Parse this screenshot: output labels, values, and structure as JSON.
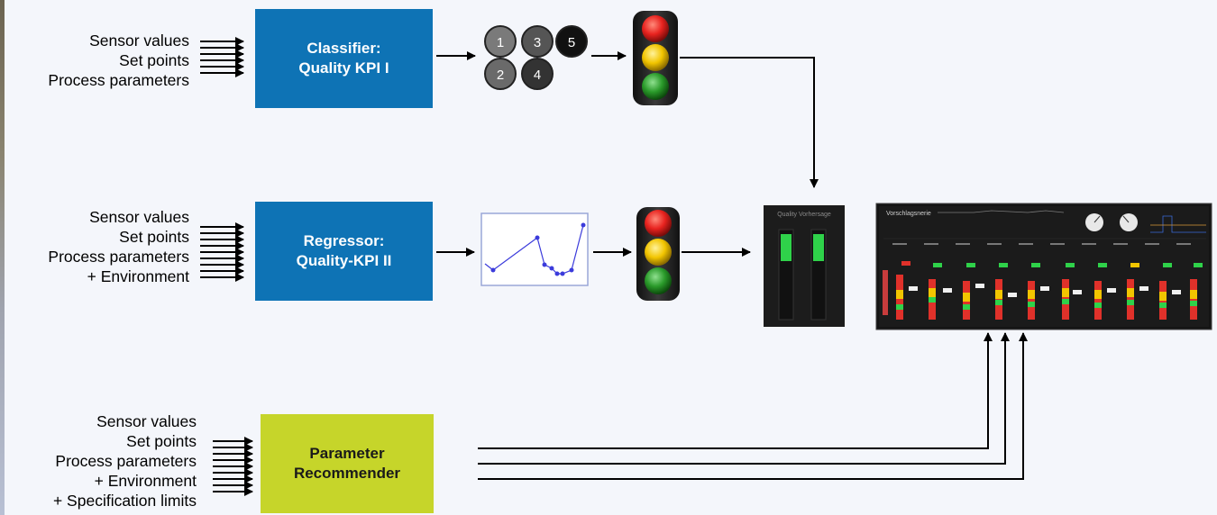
{
  "rows": [
    {
      "inputs": [
        "Sensor values",
        "Set points",
        "Process parameters"
      ],
      "model_line1": "Classifier:",
      "model_line2": "Quality KPI I",
      "classes": [
        "1",
        "2",
        "3",
        "4",
        "5"
      ]
    },
    {
      "inputs": [
        "Sensor values",
        "Set points",
        "Process parameters",
        "+ Environment"
      ],
      "model_line1": "Regressor:",
      "model_line2": "Quality-KPI II"
    },
    {
      "inputs": [
        "Sensor values",
        "Set points",
        "Process parameters",
        "+ Environment",
        "+ Specification limits"
      ],
      "model_line1": "Parameter",
      "model_line2": "Recommender"
    }
  ],
  "colors": {
    "model_blue": "#0e73b5",
    "recommender_green": "#c6d52a",
    "light_red": "#e8231f",
    "light_yellow": "#f2c500",
    "light_green": "#2a9a2a",
    "regression_line": "#3b3bdb",
    "dashboard_bg": "#1c1c1c"
  },
  "quality_panel": {
    "title": "Quality Vorhersage"
  },
  "dashboard": {
    "title": "Vorschlagsnerie"
  }
}
